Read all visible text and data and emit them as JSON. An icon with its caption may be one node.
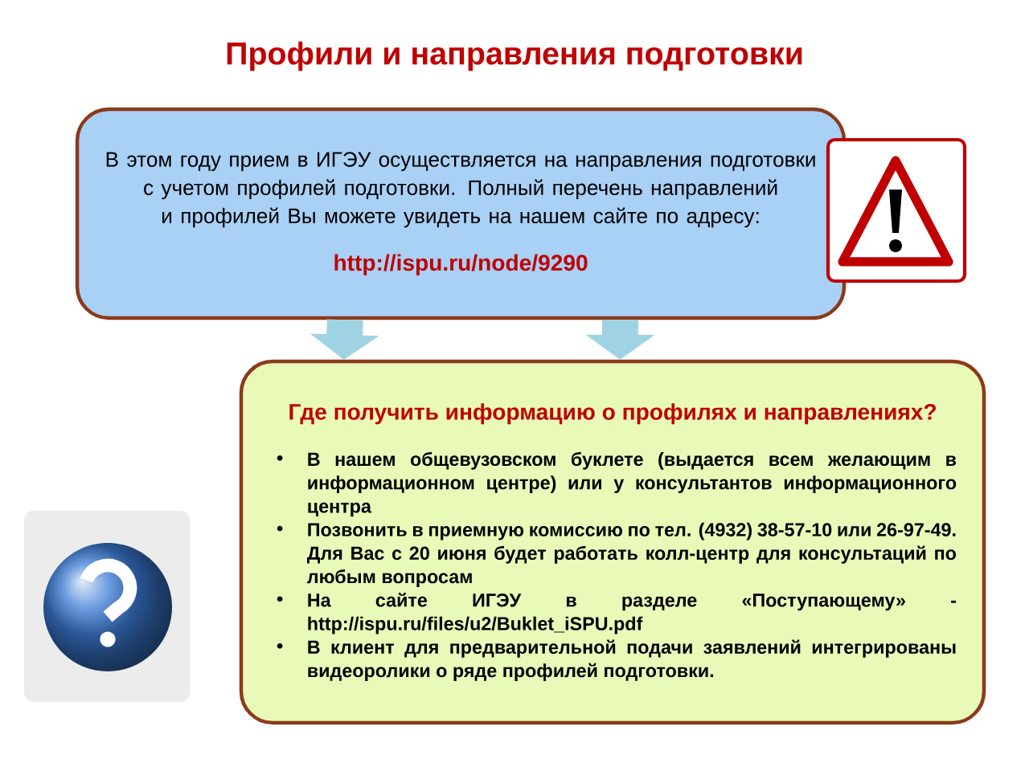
{
  "diagram": {
    "title": "Профили и направления подготовки",
    "nodes": [
      {
        "text": [
          "В этом году прием в ИГЭУ осуществляется на направления подготовки с учетом профилей подготовки. Полный перечень направлений и профилей Вы можете увидеть на нашем сайте по адресу:",
          "http://ispu.ru/node/9290"
        ]
      },
      {
        "text": [
          "Где получить информацию о профилях и направлениях?",
          "В нашем общевузовском буклете (выдается всем желающим в информационном центре) или у консультантов информационного центра",
          "Позвонить в приемную комиссию по тел. (4932) 38-57-10 или 26-97-49. Для Вас с 20 июня будет работать колл-центр для консультаций по любым вопросам",
          "На сайте ИГЭУ в разделе «Поступающему» - http://ispu.ru/files/u2/Buklet_iSPU.pdf",
          "В клиент для предварительной подачи заявлений интегрированы видеоролики о ряде профилей подготовки."
        ]
      }
    ],
    "edges": [
      {
        "from": 0,
        "to": 1,
        "arrow": "to"
      },
      {
        "from": 0,
        "to": 1,
        "arrow": "to"
      }
    ]
  }
}
